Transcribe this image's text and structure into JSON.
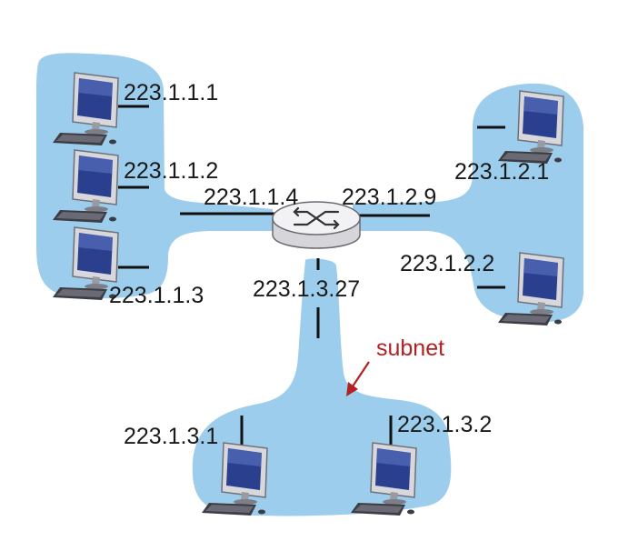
{
  "colors": {
    "subnet_fill": "#9ccdec",
    "link": "#111111",
    "annotation": "#b22222",
    "router_fill": "#f2f2f4",
    "monitor_screen": "#2b3f8f",
    "monitor_bezel": "#d8d8dc"
  },
  "icons": {
    "router": "router-icon",
    "host": "desktop-computer-icon",
    "arrow": "arrow-icon"
  },
  "interfaces": {
    "h1": "223.1.1.1",
    "h2": "223.1.1.2",
    "h3": "223.1.1.3",
    "r1": "223.1.1.4",
    "r2": "223.1.2.9",
    "r3": "223.1.3.27",
    "h4": "223.1.2.1",
    "h5": "223.1.2.2",
    "h6": "223.1.3.1",
    "h7": "223.1.3.2"
  },
  "annotation": {
    "subnet_label": "subnet"
  }
}
